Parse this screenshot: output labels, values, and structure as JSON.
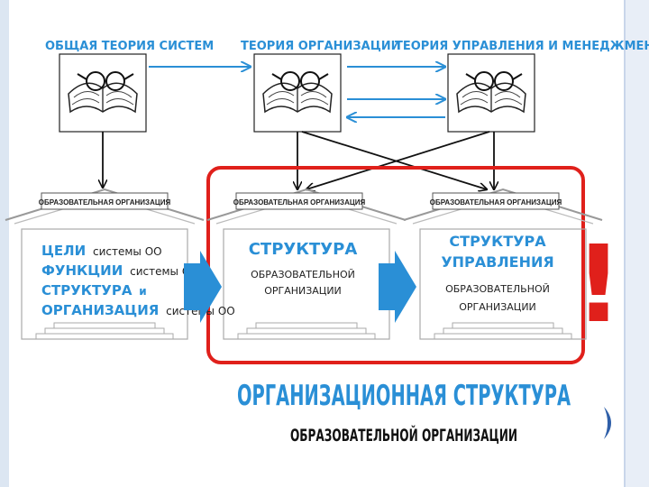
{
  "theories": [
    "ОБЩАЯ ТЕОРИЯ СИСТЕМ",
    "ТЕОРИЯ ОРГАНИЗАЦИИ",
    "ТЕОРИЯ УПРАВЛЕНИЯ И МЕНЕДЖМЕНТА"
  ],
  "roof_label": "ОБРАЗОВАТЕЛЬНАЯ ОРГАНИЗАЦИЯ",
  "house1": {
    "rows": [
      {
        "key": "ЦЕЛИ",
        "text": "системы ОО"
      },
      {
        "key": "ФУНКЦИИ",
        "text": "системы ОО"
      },
      {
        "key": "СТРУКТУРА",
        "text": "и"
      },
      {
        "key": "ОРГАНИЗАЦИЯ",
        "text": "системы ОО"
      }
    ]
  },
  "house2": {
    "title": "СТРУКТУРА",
    "sub1": "ОБРАЗОВАТЕЛЬНОЙ",
    "sub2": "ОРГАНИЗАЦИИ"
  },
  "house3": {
    "title1": "СТРУКТУРА",
    "title2": "УПРАВЛЕНИЯ",
    "sub1": "ОБРАЗОВАТЕЛЬНОЙ",
    "sub2": "ОРГАНИЗАЦИИ"
  },
  "exclamation": "!",
  "footer": {
    "title": "ОРГАНИЗАЦИОННАЯ СТРУКТУРА",
    "subtitle": "ОБРАЗОВАТЕЛЬНОЙ ОРГАНИЗАЦИИ"
  },
  "colors": {
    "blue": "#2a8fd6",
    "red": "#e0201b",
    "slide_accent": "#2f5fa8"
  }
}
